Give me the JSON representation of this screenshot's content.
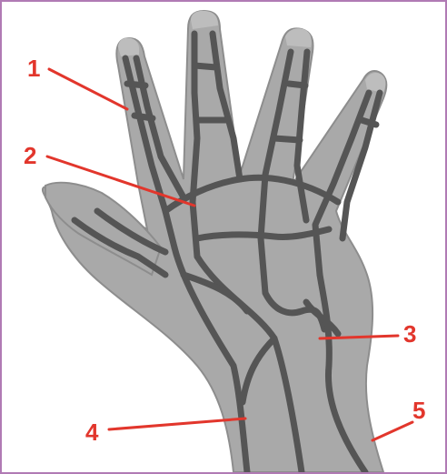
{
  "labels": {
    "l1": "1",
    "l2": "2",
    "l3": "3",
    "l4": "4",
    "l5": "5"
  },
  "colors": {
    "frame": "#b07ab4",
    "skin": "#a9a9a9",
    "skin_outline": "#8a8a8a",
    "vein": "#555555",
    "pointer": "#e2362c"
  }
}
